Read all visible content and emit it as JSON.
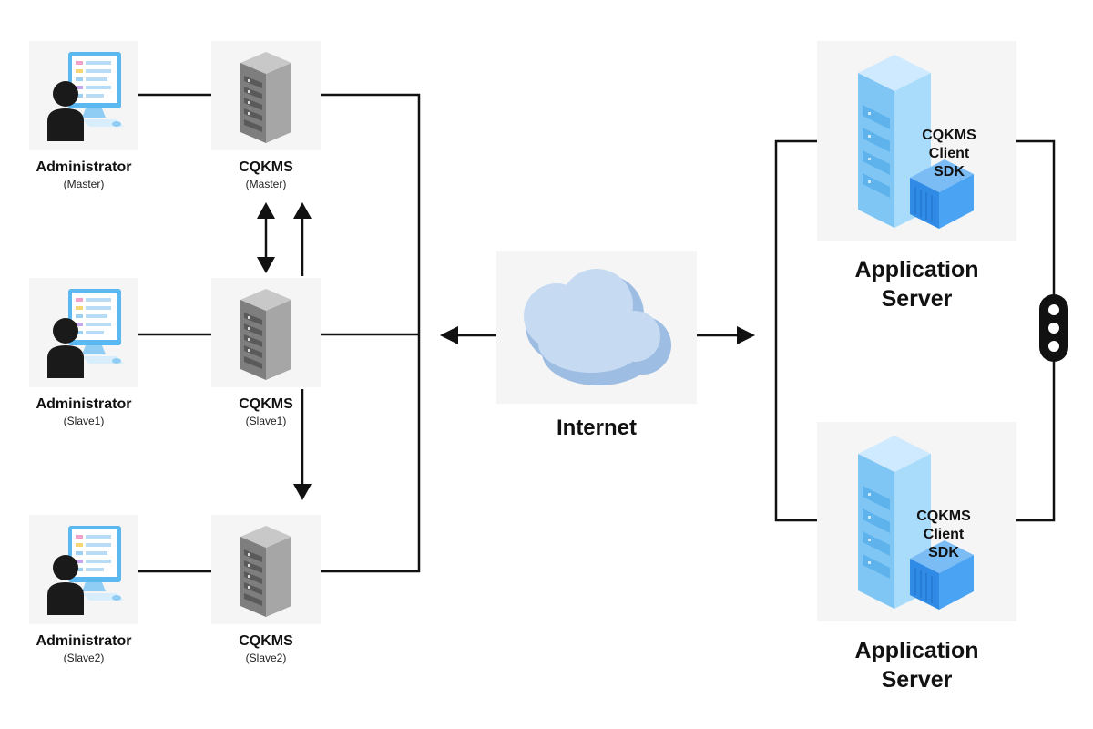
{
  "nodes": {
    "admin_master": {
      "title": "Administrator",
      "subtitle": "(Master)"
    },
    "admin_slave1": {
      "title": "Administrator",
      "subtitle": "(Slave1)"
    },
    "admin_slave2": {
      "title": "Administrator",
      "subtitle": "(Slave2)"
    },
    "cqkms_master": {
      "title": "CQKMS",
      "subtitle": "(Master)"
    },
    "cqkms_slave1": {
      "title": "CQKMS",
      "subtitle": "(Slave1)"
    },
    "cqkms_slave2": {
      "title": "CQKMS",
      "subtitle": "(Slave2)"
    },
    "internet": {
      "title": "Internet"
    },
    "app_server_1": {
      "title_line1": "Application",
      "title_line2": "Server",
      "sdk_lines": [
        "CQKMS",
        "Client",
        "SDK"
      ]
    },
    "app_server_2": {
      "title_line1": "Application",
      "title_line2": "Server",
      "sdk_lines": [
        "CQKMS",
        "Client",
        "SDK"
      ]
    }
  },
  "colors": {
    "line": "#111111",
    "tile_bg": "#f5f5f5",
    "rack_gray": "#8c8c8c",
    "server_blue": "#8fd0f5",
    "sdk_blue": "#3d9bef",
    "cloud_blue": "#a9c8e8"
  },
  "icons": {
    "admin": "admin-workstation-icon",
    "cqkms": "server-rack-icon",
    "internet": "cloud-icon",
    "app_server": "application-server-icon",
    "more": "vertical-ellipsis-icon"
  }
}
